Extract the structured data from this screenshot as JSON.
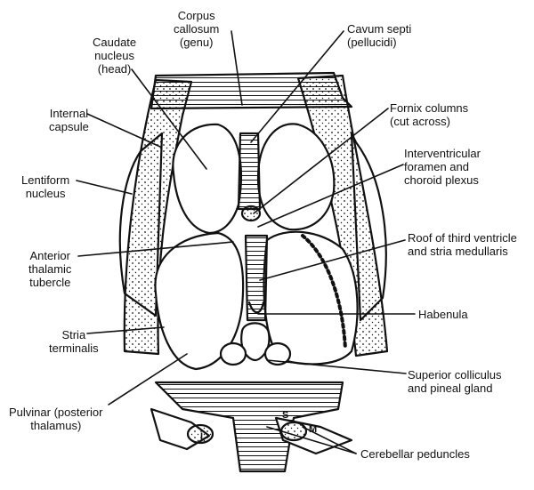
{
  "labels": {
    "corpus_callosum": "Corpus\ncallosum\n(genu)",
    "cavum_septi": "Cavum septi\n(pellucidi)",
    "caudate_nucleus": "Caudate\nnucleus\n(head)",
    "internal_capsule": "Internal\ncapsule",
    "fornix_columns": "Fornix columns\n(cut across)",
    "interventricular_foramen": "Interventricular\nforamen and\nchoroid plexus",
    "lentiform_nucleus": "Lentiform\nnucleus",
    "roof_third_ventricle": "Roof of third ventricle\nand stria medullaris",
    "anterior_thalamic_tubercle": "Anterior\nthalamic\ntubercle",
    "habenula": "Habenula",
    "stria_terminalis": "Stria\nterminalis",
    "superior_colliculus": "Superior colliculus\nand pineal gland",
    "pulvinar": "Pulvinar (posterior\nthalamus)",
    "cerebellar_peduncles": "Cerebellar peduncles",
    "peduncle_letters": [
      "I",
      "S",
      "M"
    ]
  },
  "colors": {
    "ink": "#111111",
    "paper": "#ffffff"
  }
}
